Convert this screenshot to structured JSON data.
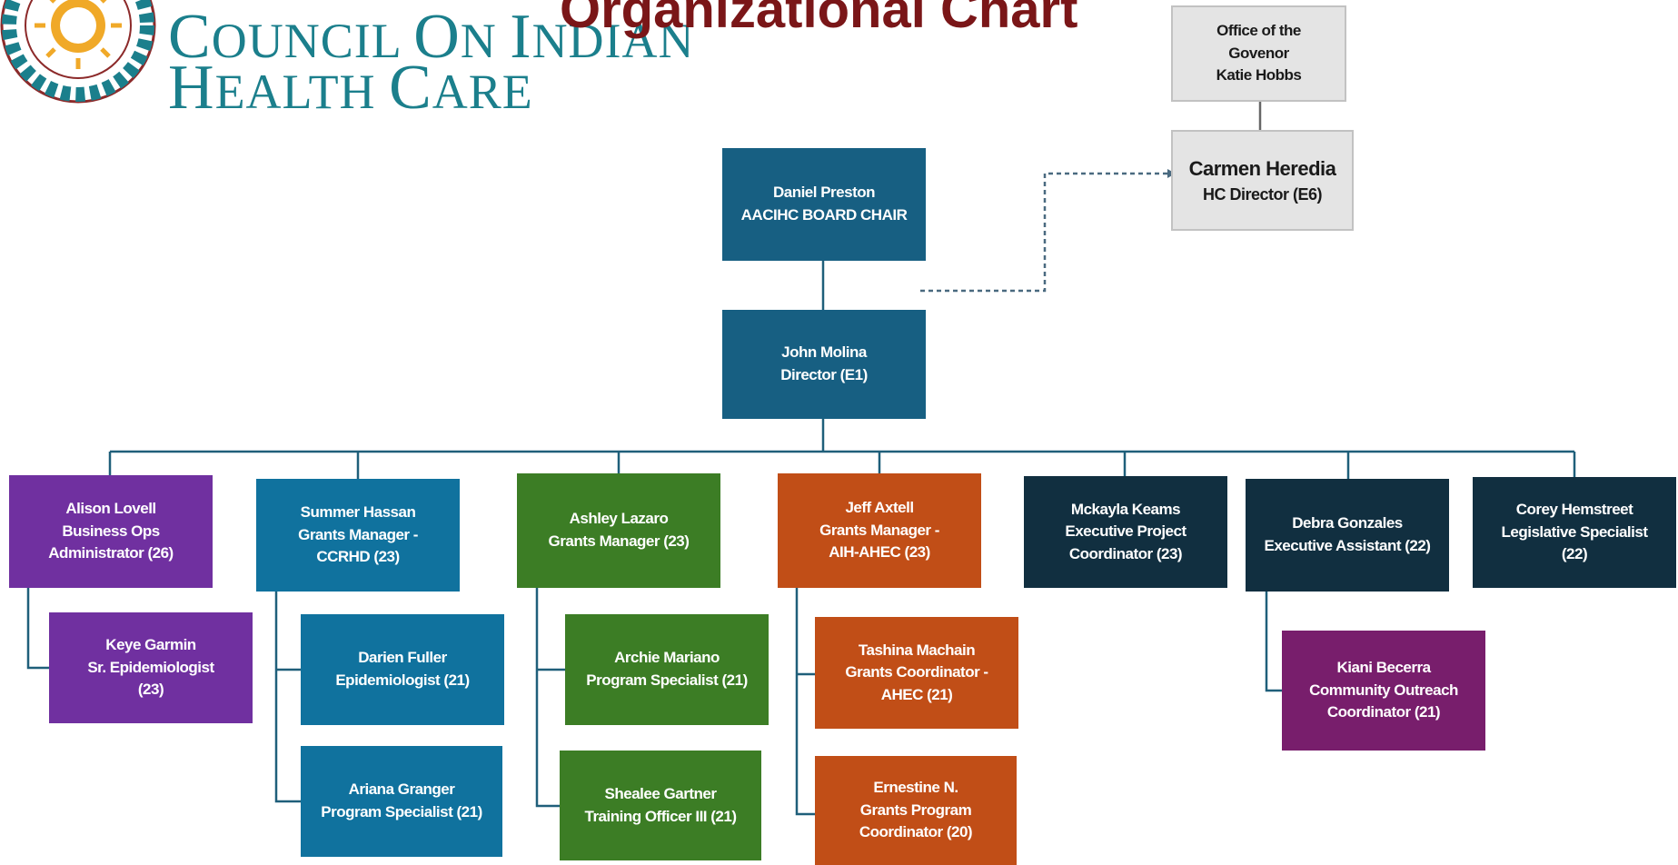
{
  "header": {
    "logo_line1": "Council on Indian",
    "logo_line2": "Health Care",
    "title": "Organizational Chart"
  },
  "colors": {
    "title": "#7a1618",
    "logo_text": "#1b7f8c",
    "board": "#175f82",
    "grants_teal": "#10729e",
    "grants_green": "#3c7d25",
    "grants_orange": "#c14e17",
    "executive": "#112f40",
    "business": "#7030a0",
    "outreach": "#781e6c",
    "external": "#e4e4e4"
  },
  "governor_office": {
    "line1": "Office of the",
    "line2": "Govenor",
    "name": "Katie Hobbs"
  },
  "hc_director": {
    "name": "Carmen Heredia",
    "role": "HC Director (E6)"
  },
  "board_chair": {
    "name": "Daniel Preston",
    "role": "AACIHC BOARD CHAIR"
  },
  "director": {
    "name": "John Molina",
    "role": "Director (E1)"
  },
  "staff": {
    "lovell": {
      "name": "Alison Lovell",
      "role1": "Business Ops",
      "role2": "Administrator (26)"
    },
    "garmin": {
      "name": "Keye Garmin",
      "role1": "Sr. Epidemiologist",
      "role2": "(23)"
    },
    "hassan": {
      "name": "Summer Hassan",
      "role1": "Grants Manager -",
      "role2": "CCRHD (23)"
    },
    "fuller": {
      "name": "Darien Fuller",
      "role": "Epidemiologist (21)"
    },
    "granger": {
      "name": "Ariana Granger",
      "role": "Program Specialist (21)"
    },
    "lazaro": {
      "name": "Ashley Lazaro",
      "role": "Grants Manager (23)"
    },
    "mariano": {
      "name": "Archie Mariano",
      "role": "Program Specialist (21)"
    },
    "gartner": {
      "name": "Shealee Gartner",
      "role": "Training Officer III (21)"
    },
    "axtell": {
      "name": "Jeff Axtell",
      "role1": "Grants Manager -",
      "role2": "AIH-AHEC (23)"
    },
    "machain": {
      "name": "Tashina Machain",
      "role1": "Grants Coordinator -",
      "role2": "AHEC (21)"
    },
    "ernestine": {
      "name": "Ernestine N.",
      "role1": "Grants Program",
      "role2": "Coordinator (20)"
    },
    "keams": {
      "name": "Mckayla Keams",
      "role1": "Executive Project",
      "role2": "Coordinator (23)"
    },
    "gonzales": {
      "name": "Debra Gonzales",
      "role": "Executive Assistant (22)"
    },
    "becerra": {
      "name": "Kiani Becerra",
      "role1": "Community Outreach",
      "role2": "Coordinator (21)"
    },
    "hemstreet": {
      "name": "Corey Hemstreet",
      "role1": "Legislative Specialist",
      "role2": "(22)"
    }
  }
}
